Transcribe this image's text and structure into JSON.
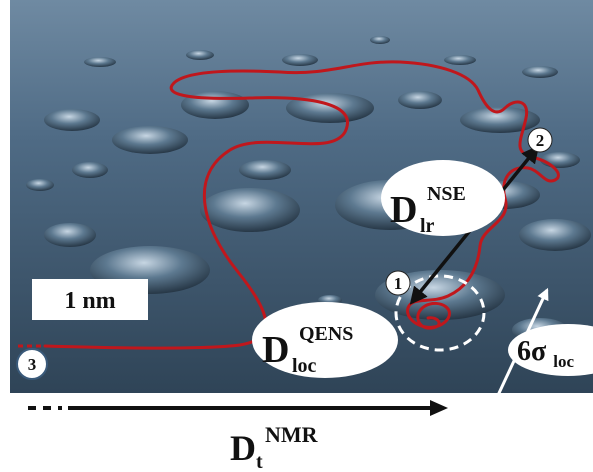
{
  "points": {
    "p1": "1",
    "p2": "2",
    "p3": "3"
  },
  "labels": {
    "d_lr": {
      "base": "D",
      "sup": "NSE",
      "sub": "lr"
    },
    "d_loc": {
      "base": "D",
      "sup": "QENS",
      "sub": "loc"
    },
    "d_t": {
      "base": "D",
      "sup": "NMR",
      "sub": "t"
    },
    "sigma": {
      "base": "6σ",
      "sub": "loc"
    }
  },
  "scale_bar": "1 nm",
  "colors": {
    "trajectory": "#c0171c",
    "arrow": "#111111",
    "background_top": "#5b7b96",
    "background_bottom": "#34495c",
    "dashed_circle": "#ffffff"
  }
}
